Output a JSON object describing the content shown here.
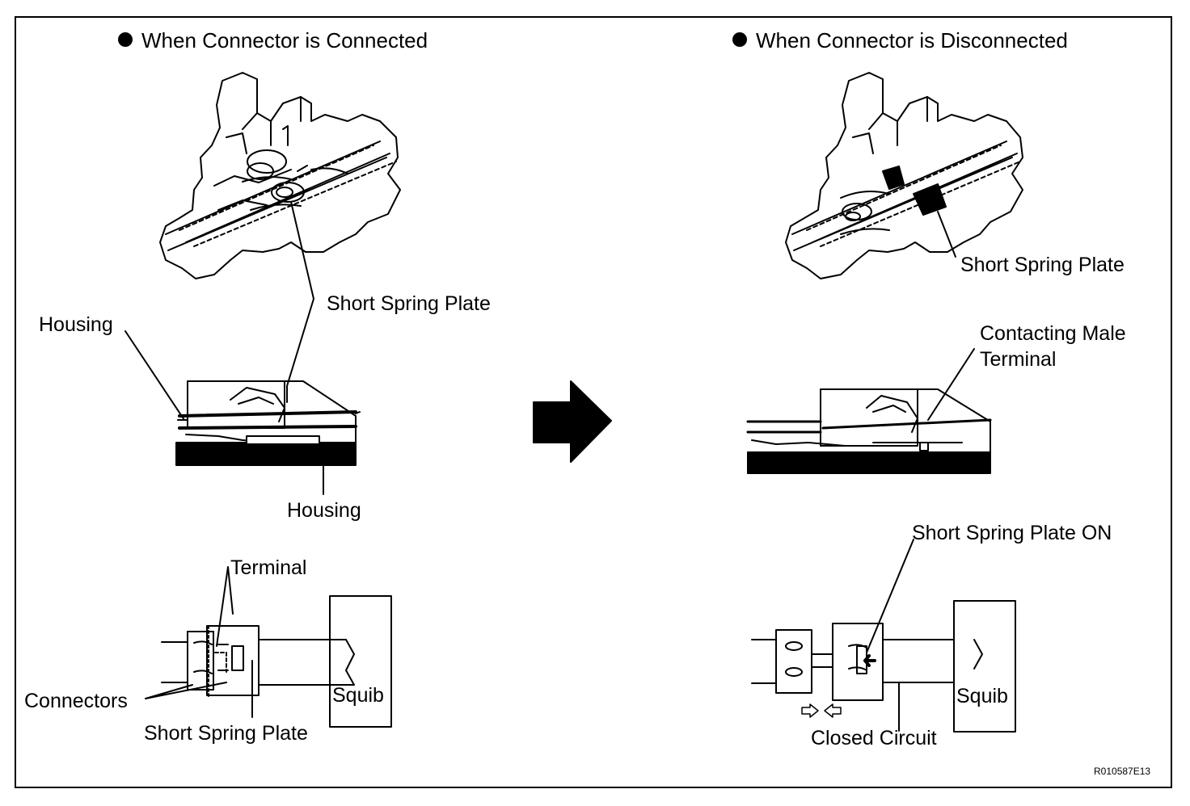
{
  "headings": {
    "left": "When Connector is Connected",
    "right": "When Connector is Disconnected"
  },
  "left_labels": {
    "short_spring_plate_top": "Short Spring Plate",
    "housing_top": "Housing",
    "housing_bottom": "Housing",
    "terminal": "Terminal",
    "connectors": "Connectors",
    "short_spring_plate_bottom": "Short Spring Plate",
    "squib": "Squib"
  },
  "right_labels": {
    "short_spring_plate_top": "Short Spring Plate",
    "contacting_male_terminal_line1": "Contacting Male",
    "contacting_male_terminal_line2": "Terminal",
    "short_spring_plate_on": "Short Spring Plate ON",
    "squib": "Squib",
    "closed_circuit": "Closed Circuit"
  },
  "figure_code": "R010587E13"
}
